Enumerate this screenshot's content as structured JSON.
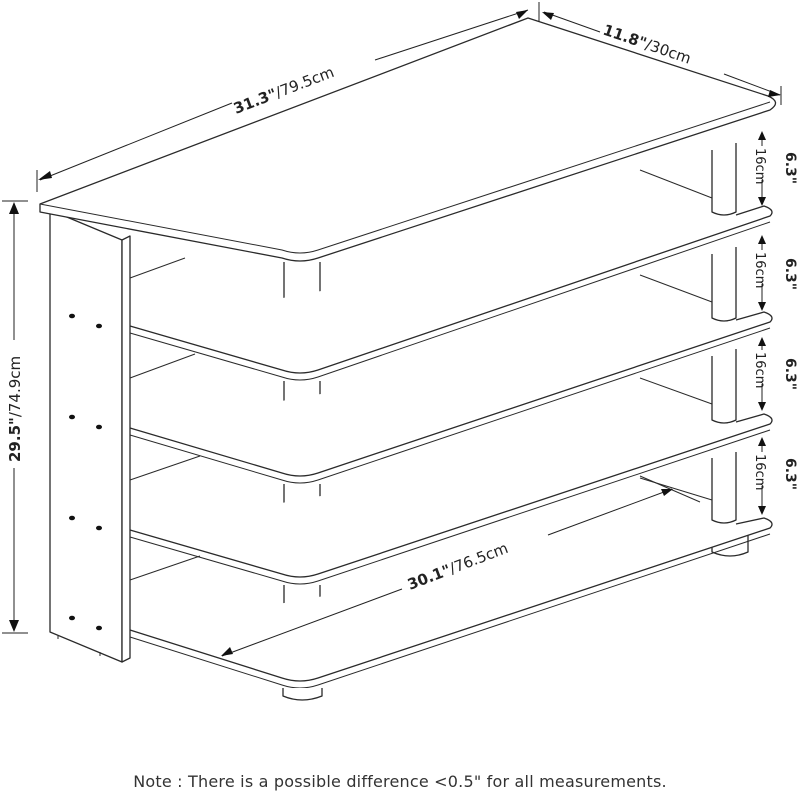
{
  "product": "4-tier shelf unit dimension diagram",
  "dimensions": {
    "width_top": {
      "inch": "31.3\"",
      "cm": "/79.5cm"
    },
    "depth": {
      "inch": "11.8\"",
      "cm": "/30cm"
    },
    "height": {
      "inch": "29.5\"",
      "cm": "/74.9cm"
    },
    "inner_width": {
      "inch": "30.1\"",
      "cm": "/76.5cm"
    },
    "shelf_gaps": [
      {
        "inch": "6.3\"",
        "cm": "16cm"
      },
      {
        "inch": "6.3\"",
        "cm": "16cm"
      },
      {
        "inch": "6.3\"",
        "cm": "16cm"
      },
      {
        "inch": "6.3\"",
        "cm": "16cm"
      }
    ]
  },
  "note": "Note : There is a possible difference <0.5\" for all measurements.",
  "colors": {
    "line": "#2a2a2a",
    "background": "#ffffff",
    "text": "#222222"
  }
}
